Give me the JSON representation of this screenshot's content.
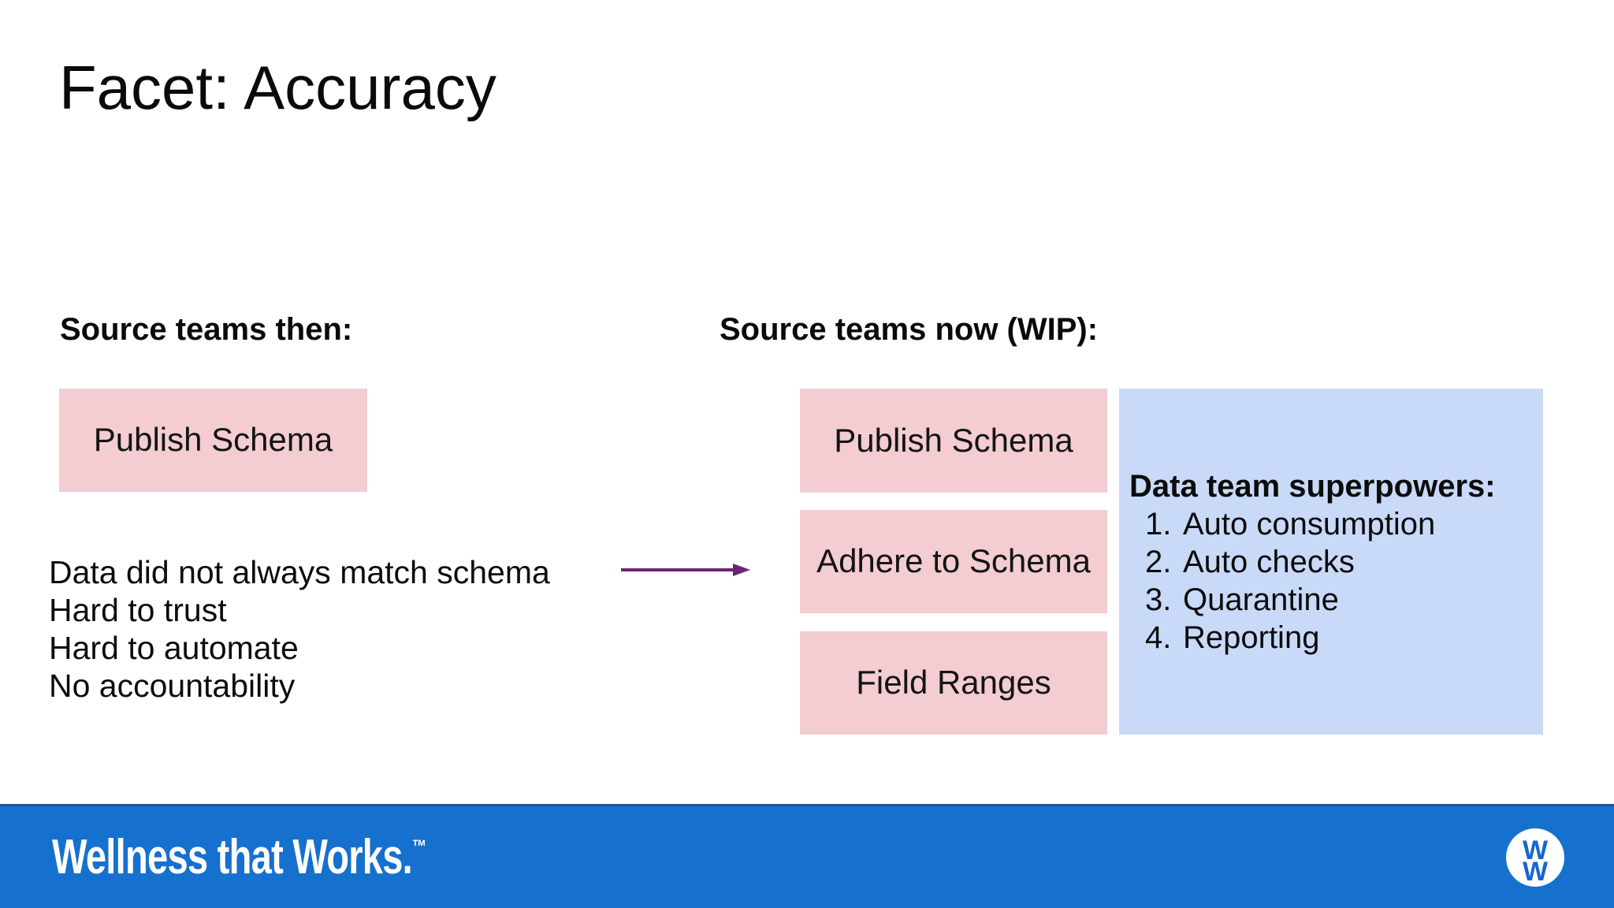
{
  "slide": {
    "title": "Facet: Accuracy",
    "left": {
      "heading": "Source teams then:",
      "box_label": "Publish Schema",
      "issues": [
        "Data did not always match schema",
        "Hard to trust",
        "Hard to automate",
        "No accountability"
      ]
    },
    "right": {
      "heading": "Source teams now (WIP):",
      "boxes": [
        "Publish Schema",
        "Adhere to Schema",
        "Field Ranges"
      ],
      "panel": {
        "heading": "Data team superpowers:",
        "items": [
          {
            "num": "1.",
            "label": "Auto consumption"
          },
          {
            "num": "2.",
            "label": "Auto checks"
          },
          {
            "num": "3.",
            "label": "Quarantine"
          },
          {
            "num": "4.",
            "label": "Reporting"
          }
        ]
      }
    },
    "footer": {
      "wordmark": "Wellness that Works.",
      "trademark": "™",
      "logo_letters": [
        "W",
        "W"
      ]
    },
    "colors": {
      "pink_box": "#f3cdd1",
      "blue_panel": "#c9daf8",
      "footer_blue": "#1670ce",
      "footer_top_line": "#1c5191",
      "arrow_purple": "#6b2473",
      "logo_letter_blue": "#1667cf"
    }
  }
}
